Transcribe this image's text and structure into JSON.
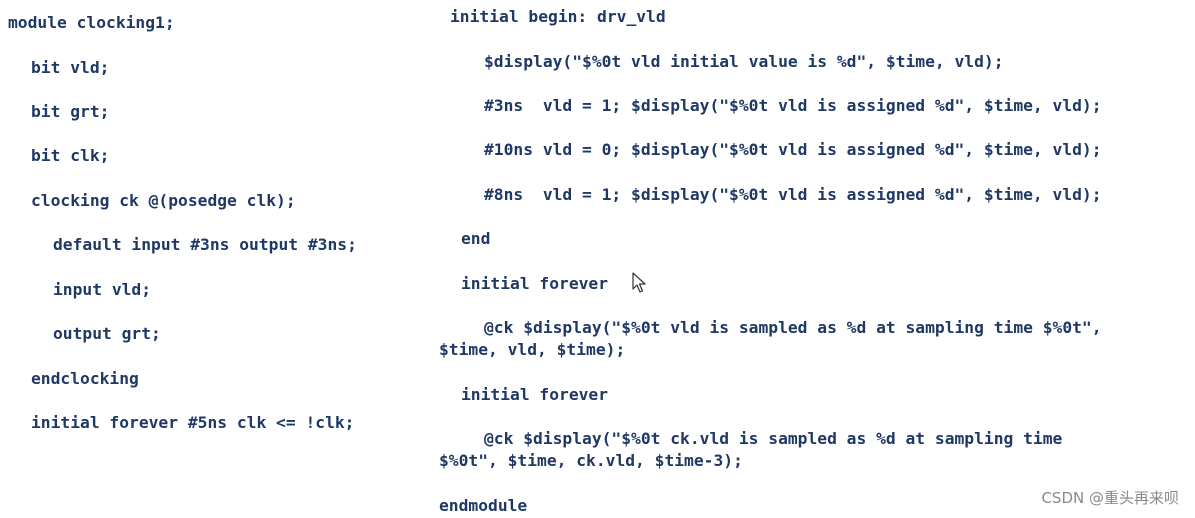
{
  "left_column": [
    "module clocking1;",
    "bit vld;",
    "bit grt;",
    "bit clk;",
    "clocking ck @(posedge clk);",
    "default input #3ns output #3ns;",
    "input vld;",
    "output grt;",
    "endclocking",
    "initial forever #5ns clk <= !clk;"
  ],
  "right_column": [
    "initial begin: drv_vld",
    "$display(\"$%0t vld initial value is %d\", $time, vld);",
    "#3ns  vld = 1; $display(\"$%0t vld is assigned %d\", $time, vld);",
    "#10ns vld = 0; $display(\"$%0t vld is assigned %d\", $time, vld);",
    "#8ns  vld = 1; $display(\"$%0t vld is assigned %d\", $time, vld);",
    "end",
    "initial forever",
    "@ck $display(\"$%0t vld is sampled as %d at sampling time $%0t\",",
    "$time, vld, $time);",
    "initial forever",
    "@ck $display(\"$%0t ck.vld is sampled as %d at sampling time",
    "$%0t\", $time, ck.vld, $time-3);",
    "endmodule"
  ],
  "watermark": "CSDN @重头再来呗",
  "colors": {
    "code": "#1f3864",
    "watermark": "#8a8a8a",
    "background": "#ffffff"
  },
  "icons": {
    "pointer": "mouse-pointer-icon"
  }
}
